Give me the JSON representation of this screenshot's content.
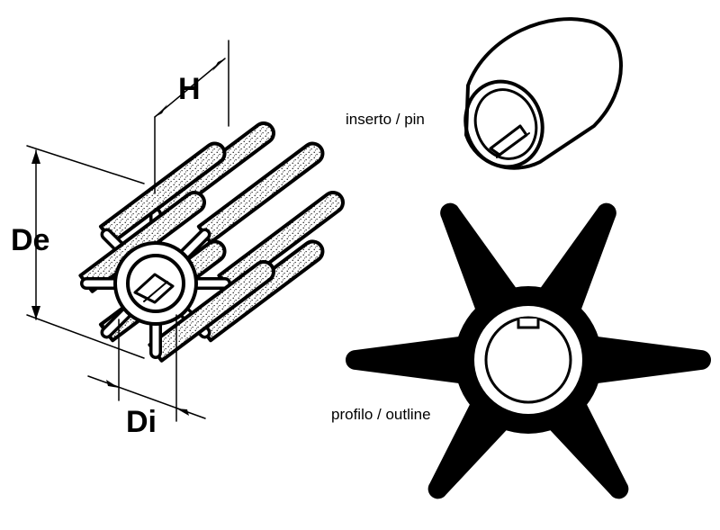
{
  "dimensions": {
    "height": "H",
    "outer_diameter": "De",
    "inner_diameter": "Di"
  },
  "labels": {
    "insert": "inserto / pin",
    "profile": "profilo / outline"
  },
  "icons": {
    "impeller": "impeller-3d-icon",
    "insert": "insert-sleeve-icon",
    "profile": "impeller-profile-icon"
  },
  "colors": {
    "ink": "#000000",
    "paper": "#ffffff"
  }
}
